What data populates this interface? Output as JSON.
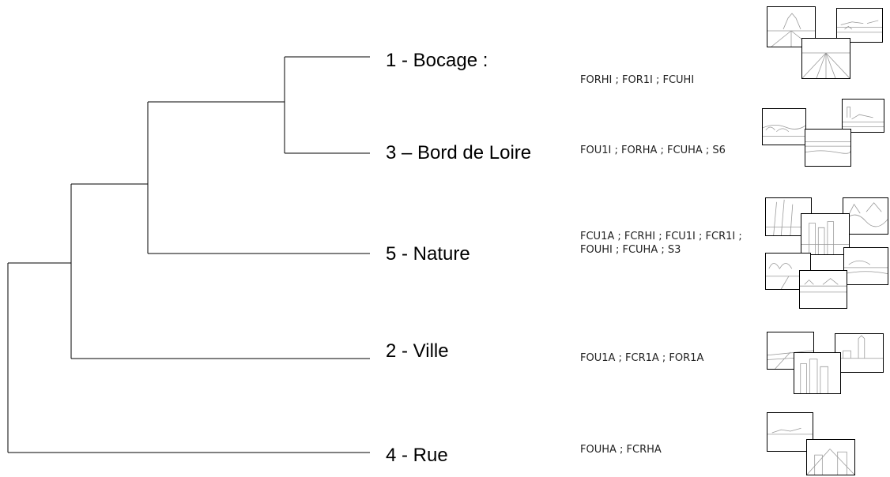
{
  "diagram": {
    "type": "dendrogram",
    "clusters": [
      {
        "label": "1 - Bocage :",
        "codes": "FORHI ; FOR1I ; FCUHI",
        "photo_count": 3,
        "icon": "landscape-sketch-icon"
      },
      {
        "label": "3 – Bord de Loire",
        "codes": "FOU1I ; FORHA ; FCUHA ; S6",
        "photo_count": 3,
        "icon": "landscape-sketch-icon"
      },
      {
        "label": "5 - Nature",
        "codes": "FCU1A ; FCRHI ; FCU1I ; FCR1I ; FOUHI ; FCUHA ; S3",
        "photo_count": 6,
        "icon": "landscape-sketch-icon"
      },
      {
        "label": "2 - Ville",
        "codes": "FOU1A ; FCR1A ; FOR1A",
        "photo_count": 3,
        "icon": "landscape-sketch-icon"
      },
      {
        "label": "4 - Rue",
        "codes": "FOUHA ; FCRHA",
        "photo_count": 2,
        "icon": "landscape-sketch-icon"
      }
    ],
    "merges": [
      {
        "joins": [
          "1 - Bocage :",
          "3 – Bord de Loire"
        ]
      },
      {
        "joins": [
          "1 + 3",
          "5 - Nature"
        ]
      },
      {
        "joins": [
          "1 + 3 + 5",
          "2 - Ville"
        ]
      },
      {
        "joins": [
          "1 + 3 + 5 + 2",
          "4 - Rue"
        ]
      }
    ],
    "line_color": "#000000"
  }
}
